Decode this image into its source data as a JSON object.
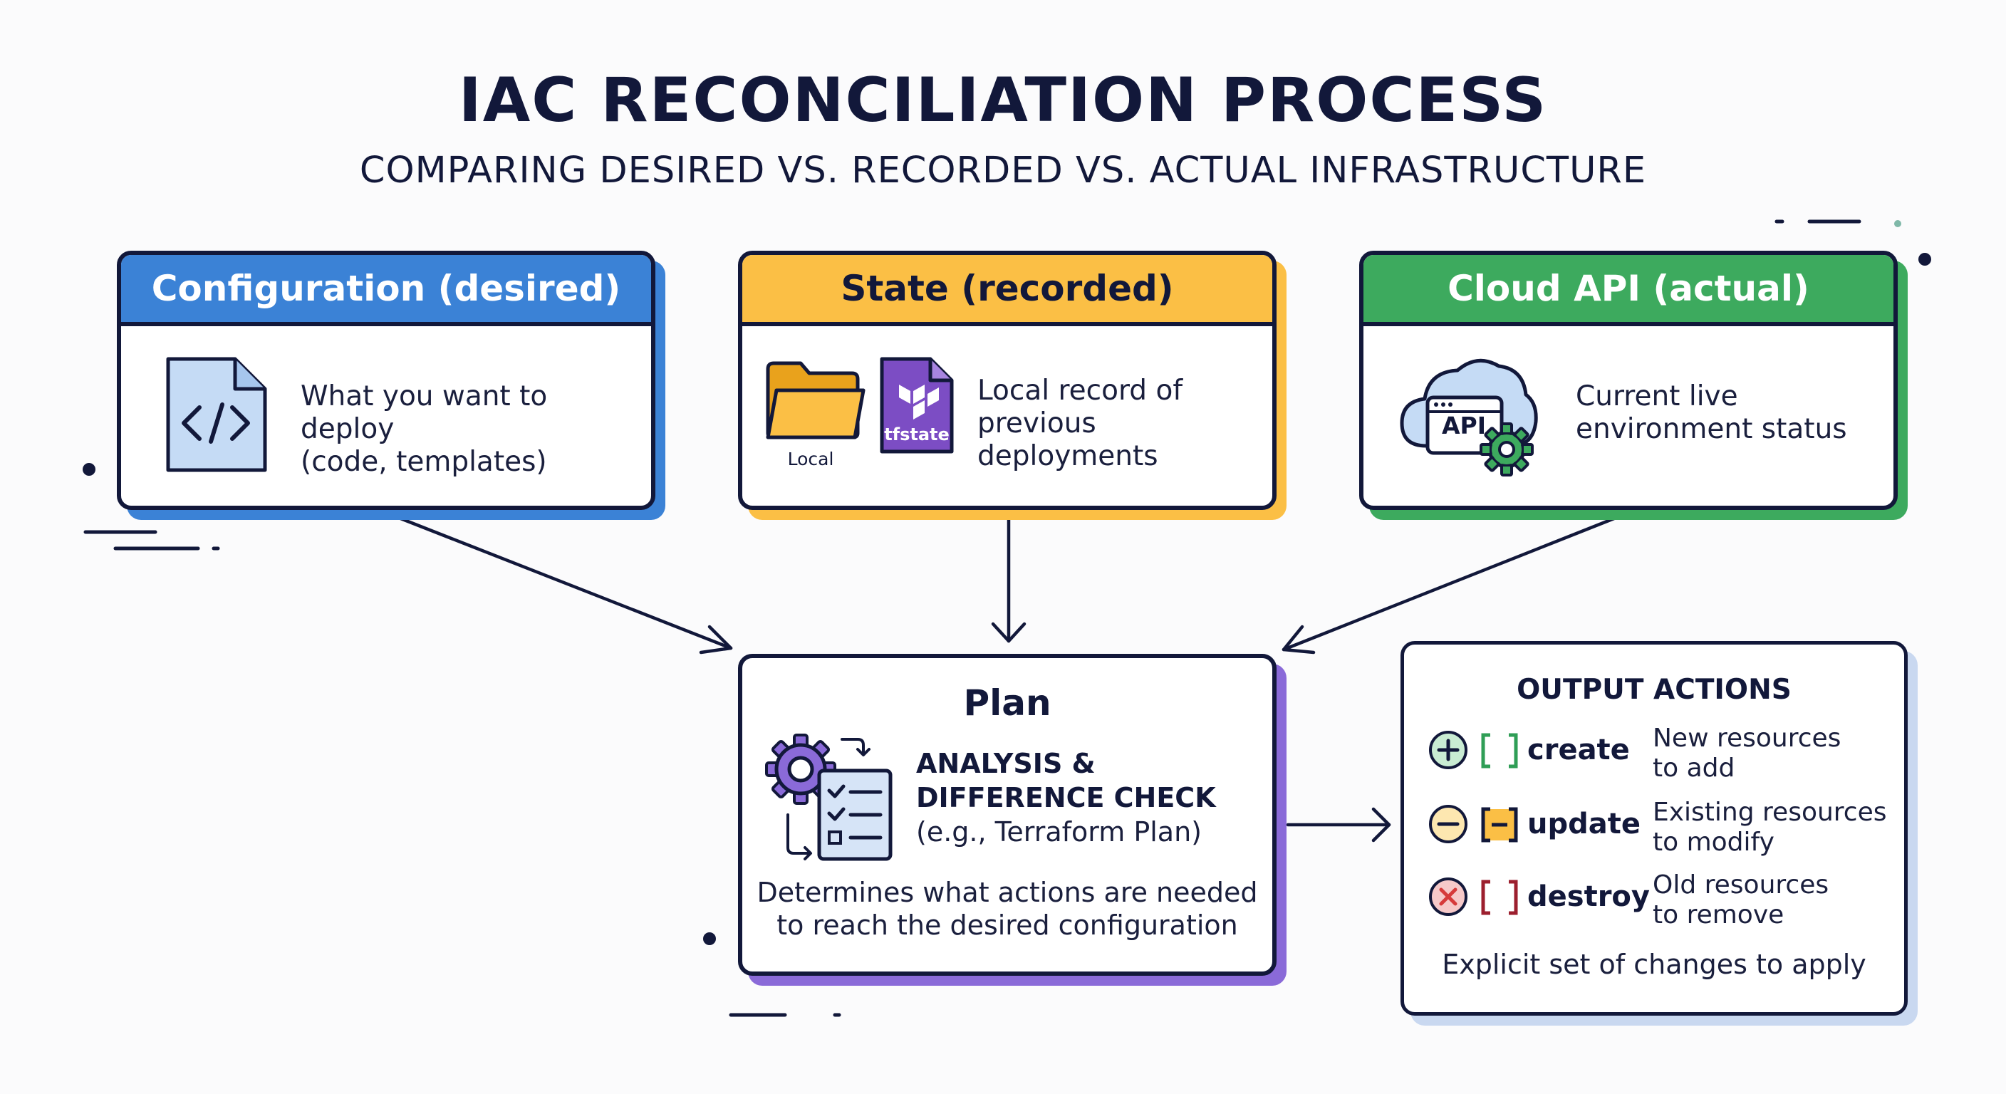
{
  "title": "IAC RECONCILIATION PROCESS",
  "subtitle": "COMPARING DESIRED VS. RECORDED VS. ACTUAL INFRASTRUCTURE",
  "colors": {
    "config": "#3b82d6",
    "state": "#fbbf45",
    "cloud": "#3daa5e",
    "plan": "#8a6ad8",
    "output": "#c9d8f0",
    "ink": "#12183a"
  },
  "config": {
    "header": "Configuration (desired)",
    "description_line1": "What you want to deploy",
    "description_line2": "(code, templates)",
    "icon": "code-file-icon"
  },
  "state": {
    "header": "State (recorded)",
    "folder_label": "Local",
    "file_label": "tfstate",
    "description_line1": "Local record of",
    "description_line2": "previous deployments",
    "icon": "folder-icon"
  },
  "cloud": {
    "header": "Cloud API (actual)",
    "api_label": "API",
    "description_line1": "Current live",
    "description_line2": "environment status",
    "icon": "cloud-api-icon"
  },
  "plan": {
    "header": "Plan",
    "analysis_line1": "ANALYSIS &",
    "analysis_line2": "DIFFERENCE CHECK",
    "analysis_line3": "(e.g., Terraform Plan)",
    "description_line1": "Determines what actions are needed",
    "description_line2": "to reach the desired configuration",
    "icon": "gear-checklist-icon"
  },
  "output": {
    "title": "OUTPUT ACTIONS",
    "actions": [
      {
        "symbol": "+",
        "label": "create",
        "desc_line1": "New resources",
        "desc_line2": "to add",
        "color": "#2f9e56",
        "fill": "#c9ecd3",
        "icon": "plus-circle-icon"
      },
      {
        "symbol": "−",
        "label": "update",
        "desc_line1": "Existing resources",
        "desc_line2": "to modify",
        "color": "#e8a21a",
        "fill": "#fde7b0",
        "icon": "minus-circle-icon"
      },
      {
        "symbol": "×",
        "label": "destroy",
        "desc_line1": "Old resources",
        "desc_line2": "to remove",
        "color": "#d63a3a",
        "fill": "#f6c9c9",
        "icon": "x-circle-icon"
      }
    ],
    "footer": "Explicit set of changes to apply"
  }
}
